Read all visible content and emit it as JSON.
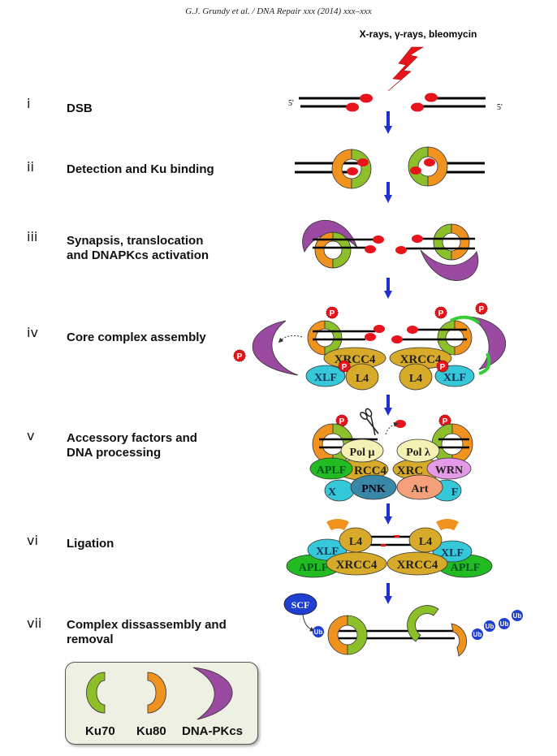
{
  "header": {
    "citation": "G.J. Grundy et al. / DNA Repair xxx (2014) xxx–xxx"
  },
  "damage_source": "X-rays, γ-rays, bleomycin",
  "strand_end_label": "5'",
  "steps": [
    {
      "num": "i",
      "line1": "DSB",
      "line2": ""
    },
    {
      "num": "ii",
      "line1": "Detection and Ku binding",
      "line2": ""
    },
    {
      "num": "iii",
      "line1": "Synapsis, translocation",
      "line2": "and DNAPKcs activation"
    },
    {
      "num": "iv",
      "line1": "Core complex assembly",
      "line2": ""
    },
    {
      "num": "v",
      "line1": "Accessory factors  and",
      "line2": "DNA processing"
    },
    {
      "num": "vi",
      "line1": "Ligation",
      "line2": ""
    },
    {
      "num": "vii",
      "line1": "Complex dissassembly and",
      "line2": "removal"
    }
  ],
  "proteins": {
    "xrcc4": "XRCC4",
    "xlf": "XLF",
    "l4": "L4",
    "p": "P",
    "pol_mu": "Pol μ",
    "pol_lambda": "Pol λ",
    "aplf": "APLF",
    "wrn": "WRN",
    "pnk": "PNK",
    "art": "Art",
    "rcc4_partial": "RCC4",
    "xrc_partial": "XRC",
    "x_partial": "X",
    "f_partial": "F",
    "scf": "SCF",
    "ub": "Ub"
  },
  "legend": {
    "items": [
      {
        "label": "Ku70",
        "color": "#8cbf2a"
      },
      {
        "label": "Ku80",
        "color": "#f0921e"
      },
      {
        "label": "DNA-PKcs",
        "color": "#9a4aa0"
      }
    ]
  },
  "colors": {
    "ku70": "#8cbf2a",
    "ku80": "#f0921e",
    "dnapkcs": "#9a4aa0",
    "arrow": "#1f2fd0",
    "end": "#e8141c",
    "xrcc4": "#d8aa2a",
    "xlf": "#35c8d8",
    "aplf": "#22bb22"
  }
}
